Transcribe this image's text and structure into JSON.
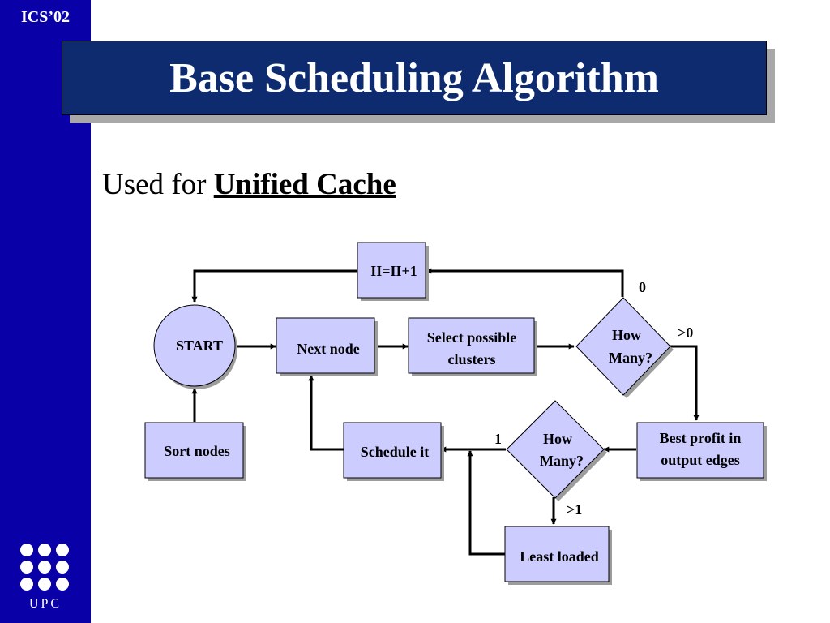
{
  "slide": {
    "conference": "ICS’02",
    "logo_text": "UPC",
    "title": "Base Scheduling Algorithm",
    "bullet": {
      "prefix": "Used for ",
      "emphasis": "Unified Cache"
    }
  },
  "colors": {
    "sidebar": "#0a00a8",
    "title_bg": "#0d2b6e",
    "node_fill": "#ccccff",
    "node_shadow": "#9c9c9c"
  },
  "flowchart": {
    "nodes": {
      "ii": {
        "label": "II=II+1"
      },
      "start": {
        "label": "START"
      },
      "next_node": {
        "label": "Next node"
      },
      "select_clusters": {
        "line1": "Select possible",
        "line2": "clusters"
      },
      "decision_top": {
        "line1": "How",
        "line2": "Many?"
      },
      "sort_nodes": {
        "label": "Sort nodes"
      },
      "schedule_it": {
        "label": "Schedule it"
      },
      "decision_bottom": {
        "line1": "How",
        "line2": "Many?"
      },
      "best_profit": {
        "line1": "Best profit in",
        "line2": "output edges"
      },
      "least_loaded": {
        "label": "Least loaded"
      }
    },
    "edge_labels": {
      "top_zero": "0",
      "top_more": ">0",
      "bottom_one": "1",
      "bottom_more": ">1"
    }
  }
}
